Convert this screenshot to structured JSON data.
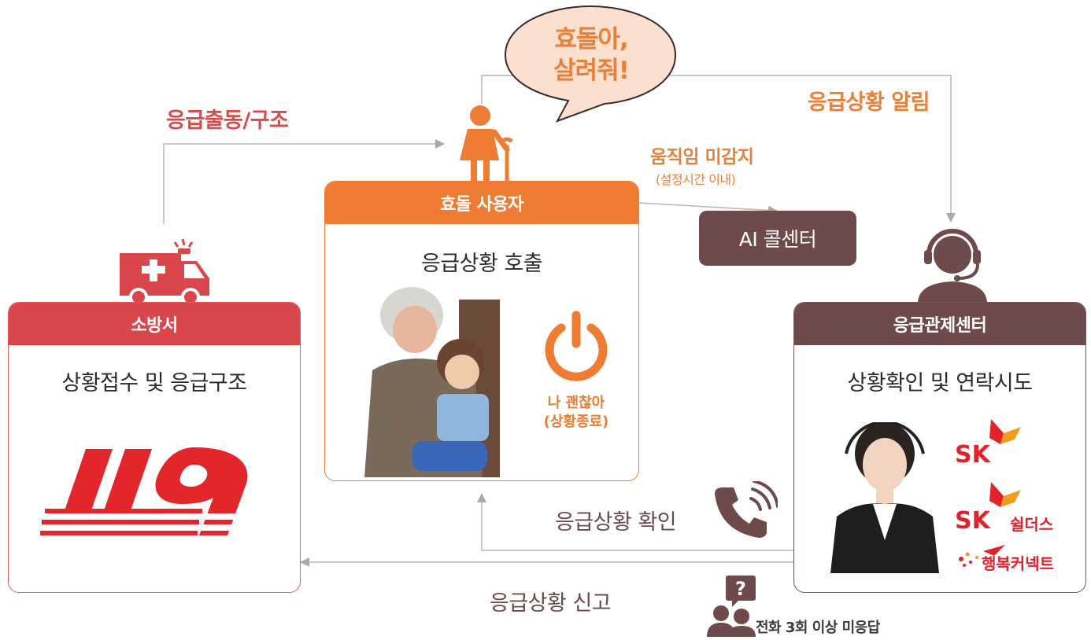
{
  "bubble": {
    "line1": "효돌아,",
    "line2": "살려줘!"
  },
  "labels": {
    "dispatch": "응급출동/구조",
    "alert": "응급상황 알림",
    "no_motion": "움직임 미감지",
    "no_motion_sub": "(설정시간 이내)",
    "confirm": "응급상황 확인",
    "report": "응급상황 신고",
    "no_answer": "전화 3회 이상 미응답"
  },
  "ai_center": "AI 콜센터",
  "cards": {
    "user": {
      "title": "효돌 사용자",
      "subtitle": "응급상황 호출",
      "power_label_1": "나 괜찮아",
      "power_label_2": "(상황종료)"
    },
    "fire": {
      "title": "소방서",
      "subtitle": "상황접수 및 응급구조",
      "logo": "119"
    },
    "control": {
      "title": "응급관제센터",
      "subtitle": "상황확인 및 연락시도",
      "logos": {
        "sk": "SK",
        "shielders": "쉴더스",
        "happy": "행복커넥트"
      }
    }
  },
  "no_answer_icon_text": "?",
  "colors": {
    "orange": "#ee7c33",
    "red": "#d9464b",
    "brown": "#6e4a4a",
    "line": "#b5b5b5",
    "label_red": "#d94b48",
    "label_brown": "#6b4a4a"
  },
  "icons": [
    "speech-bubble-icon",
    "elderly-person-icon",
    "ambulance-icon",
    "power-icon",
    "operator-headset-icon",
    "phone-ringing-icon",
    "people-question-icon"
  ]
}
